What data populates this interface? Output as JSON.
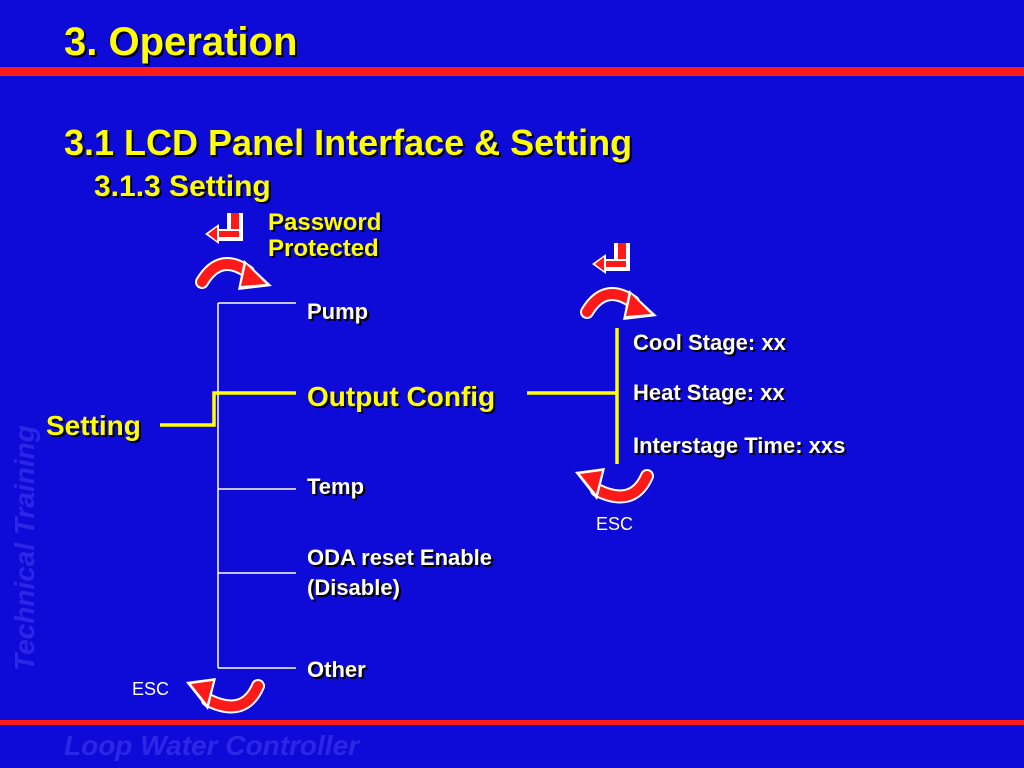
{
  "title": "3. Operation",
  "section": "3.1 LCD Panel Interface & Setting",
  "subsection": "3.1.3 Setting",
  "password_label": [
    "Password",
    "Protected"
  ],
  "root_label": "Setting",
  "menu": [
    {
      "label": "Pump"
    },
    {
      "label": "Output Config"
    },
    {
      "label": "Temp"
    },
    {
      "label": [
        "ODA reset Enable",
        "(Disable)"
      ]
    },
    {
      "label": "Other"
    }
  ],
  "submenu": [
    "Cool Stage: xx",
    "Heat Stage: xx",
    "Interstage Time: xxs"
  ],
  "esc_labels": {
    "left": "ESC",
    "right": "ESC"
  },
  "watermark": {
    "side": "Technical Training",
    "bottom": "Loop Water Controller"
  },
  "colors": {
    "background": "#0e0ad8",
    "accent_red": "#ff1a1a",
    "highlight": "#ffff00",
    "text": "#ffffff"
  },
  "icons": [
    "enter-icon",
    "rotate-forward-icon",
    "rotate-back-icon"
  ]
}
